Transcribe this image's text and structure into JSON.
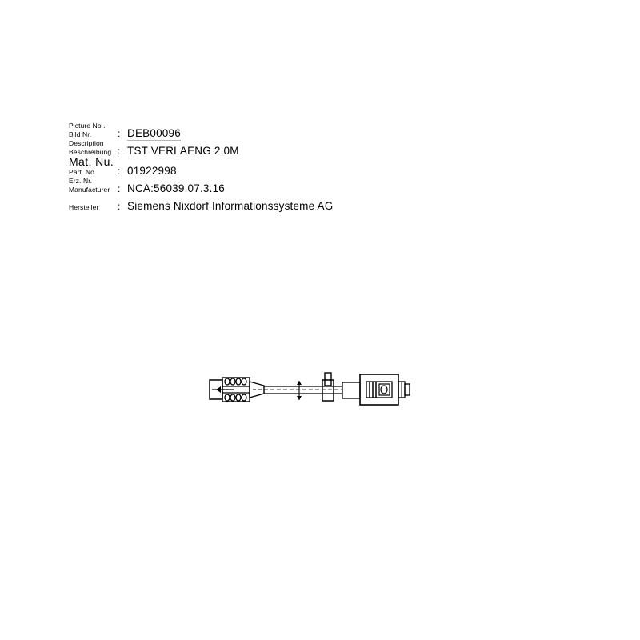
{
  "document": {
    "type": "technical-part-datasheet",
    "background_color": "#ffffff",
    "line_color": "#000000",
    "underline_color": "#b4b4b4"
  },
  "spec": {
    "rows": [
      {
        "label_en": "Picture No .",
        "label_de": "Bild Nr.",
        "separator": ":",
        "value": "DEB00096",
        "underlined": true,
        "big_label": false
      },
      {
        "label_en": "Description",
        "label_de": "Beschreibung",
        "separator": ":",
        "value": "TST VERLAENG 2,0M",
        "underlined": false,
        "big_label": false
      },
      {
        "label_en": "Mat. Nu.",
        "label_de": "Part. No.",
        "separator": ":",
        "value": "01922998",
        "underlined": false,
        "big_label": true
      },
      {
        "label_en": "Erz. Nr.",
        "label_de": "Manufacturer",
        "separator": ":",
        "value": "NCA:56039.07.3.16",
        "underlined": false,
        "big_label": false
      },
      {
        "label_en": "Hersteller",
        "label_de": "",
        "separator": ":",
        "value": "Siemens Nixdorf Informationssysteme AG",
        "underlined": false,
        "big_label": false
      }
    ]
  },
  "drawings": {
    "upper": {
      "name": "cable-assembly-outline-view",
      "elements": [
        "pin-layout-diagram-left",
        "connector-left",
        "cable-strain-relief",
        "cable-body",
        "connector-right",
        "pin-layout-diagram-right"
      ]
    },
    "lower": {
      "name": "cable-assembly-section-view",
      "elements": [
        "connector-left-section",
        "cable-body",
        "cable-strain-relief",
        "connector-right-section"
      ]
    }
  }
}
